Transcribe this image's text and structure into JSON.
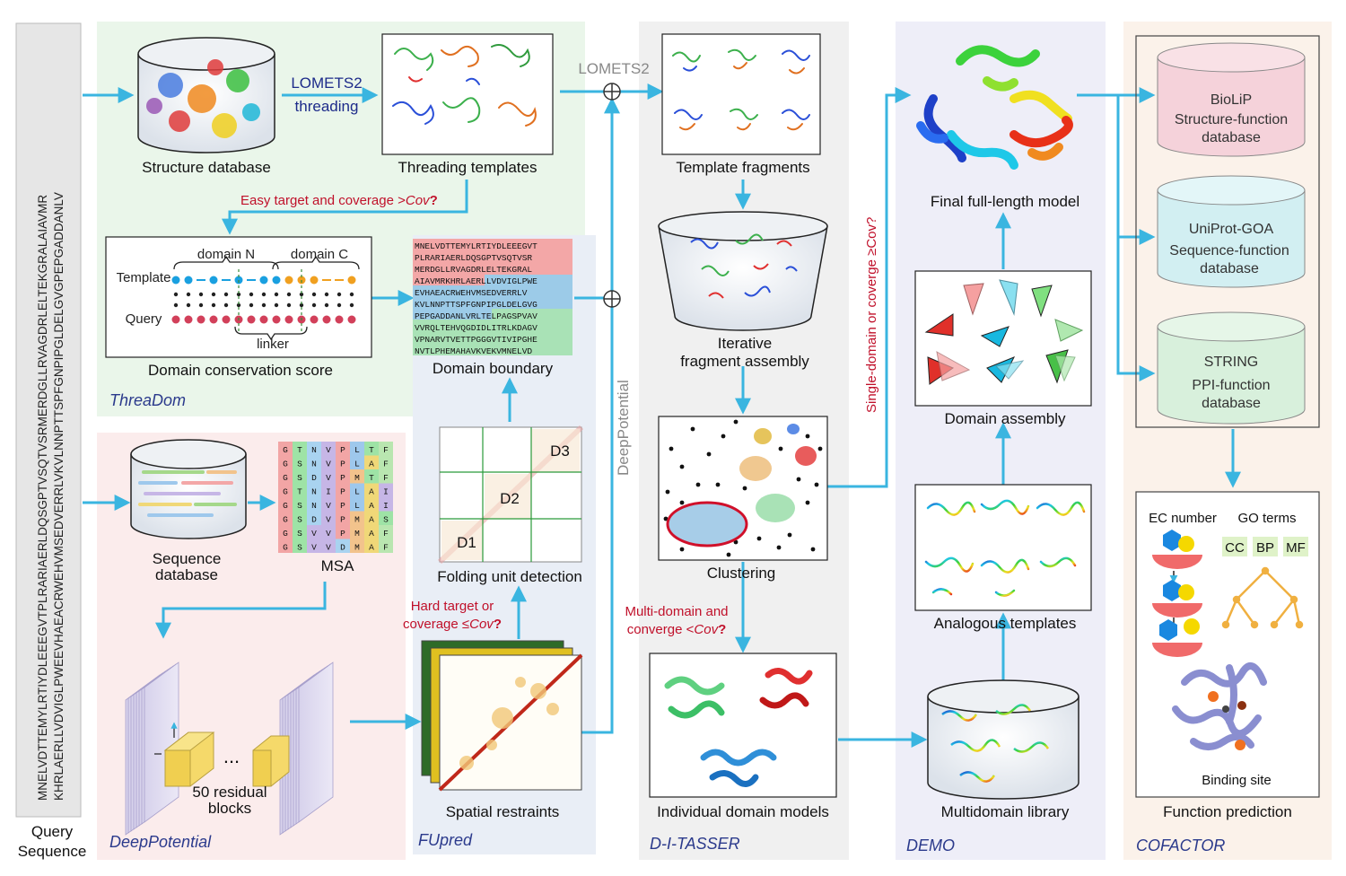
{
  "query": {
    "seq_line1": "MNELVDTTEMYLRTIYDLEEEGVTPLRARIAERLDQSGPTVSQTVSRMERDGLLRVAGDRLELTEKGRALAIAVMR",
    "seq_line2": "KHRLAERLLVDVIGLPWEEVHAEACRWEHVMSEDVERRLVKVLNNPTTSPFGNPIPGLDELGVGPEPGADDANLV",
    "label1": "Query",
    "label2": "Sequence"
  },
  "threadom": {
    "section": "ThreaDom",
    "structure_db": "Structure database",
    "lomets2": "LOMETS2",
    "threading": "threading",
    "threading_templates": "Threading templates",
    "easy_target": "Easy target and coverage >",
    "cov": "Cov",
    "q": "?",
    "domain_n": "domain N",
    "domain_c": "domain C",
    "template": "Template",
    "query": "Query",
    "linker": "linker",
    "conservation": "Domain conservation score",
    "boundary": "Domain boundary",
    "seq_rows": [
      "MNELVDTTEMYLRTIYDLEEEGVT",
      "PLRARIAERLDQSGPTVSQTVSR",
      "MERDGLLRVAGDRLELTEKGRAL",
      "AIAVMRKHRLAERLLVDVIGLPWE",
      "EVHAEACRWEHVMSEDVERRLV",
      "KVLNNPTTSPFGNPIPGLDELGVG",
      "PEPGADDANLVRLTELPAGSPVAV",
      "VVRQLTEHVQGDIDLITRLKDAGV",
      "VPNARVTVETTPGGGVTIVIPGHE",
      "NVTLPHEMAHAVKVEKVMNELVD"
    ]
  },
  "deeppotential": {
    "section": "DeepPotential",
    "seq_db_1": "Sequence",
    "seq_db_2": "database",
    "msa": "MSA",
    "msa_rows": [
      "GTNVPLTF",
      "GSNVPLAF",
      "GSDVPMTF",
      "GTNIPLAI",
      "GSNVPLAI",
      "GSDVPMAS",
      "GSVVPMAF",
      "GSVVDMAF"
    ],
    "dots": "...",
    "blocks_1": "50 residual",
    "blocks_2": "blocks"
  },
  "fupred": {
    "section": "FUpred",
    "d1": "D1",
    "d2": "D2",
    "d3": "D3",
    "folding": "Folding unit detection",
    "hard_1": "Hard target or",
    "hard_2": "coverage ≤",
    "cov": "Cov",
    "q": "?",
    "spatial": "Spatial restraints",
    "deeppotential_vert": "DeepPotential"
  },
  "ditasser": {
    "section": "D-I-TASSER",
    "lomets2": "LOMETS2",
    "fragments": "Template fragments",
    "iter_1": "Iterative",
    "iter_2": "fragment assembly",
    "clustering": "Clustering",
    "multi_1": "Multi-domain and",
    "multi_2": "converge <",
    "cov": "Cov",
    "q": "?",
    "individual": "Individual domain models",
    "single_vert": "Single-domain or coverge ≥Cov?"
  },
  "demo": {
    "section": "DEMO",
    "final": "Final full-length model",
    "domain_assembly": "Domain assembly",
    "analogous": "Analogous templates",
    "library": "Multidomain library"
  },
  "cofactor": {
    "section": "COFACTOR",
    "biolip": [
      "BioLiP",
      "Structure-function",
      "database"
    ],
    "uniprot": [
      "UniProt-GOA",
      "Sequence-function",
      "database"
    ],
    "string": [
      "STRING",
      "PPI-function",
      "database"
    ],
    "ec": "EC number",
    "go": "GO terms",
    "cc": "CC",
    "bp": "BP",
    "mf": "MF",
    "binding": "Binding site",
    "function": "Function prediction"
  },
  "colors": {
    "arrow": "#3ab5e0",
    "threadom_bg": "#eaf6ea",
    "deep_bg": "#fbecec",
    "fupred_bg": "#e9eef6",
    "ditasser_bg": "#f0f0f0",
    "demo_bg": "#eeeef8",
    "cofactor_bg": "#fbf2ea",
    "red_text": "#c0102a",
    "section_text": "#2b3a8c"
  }
}
